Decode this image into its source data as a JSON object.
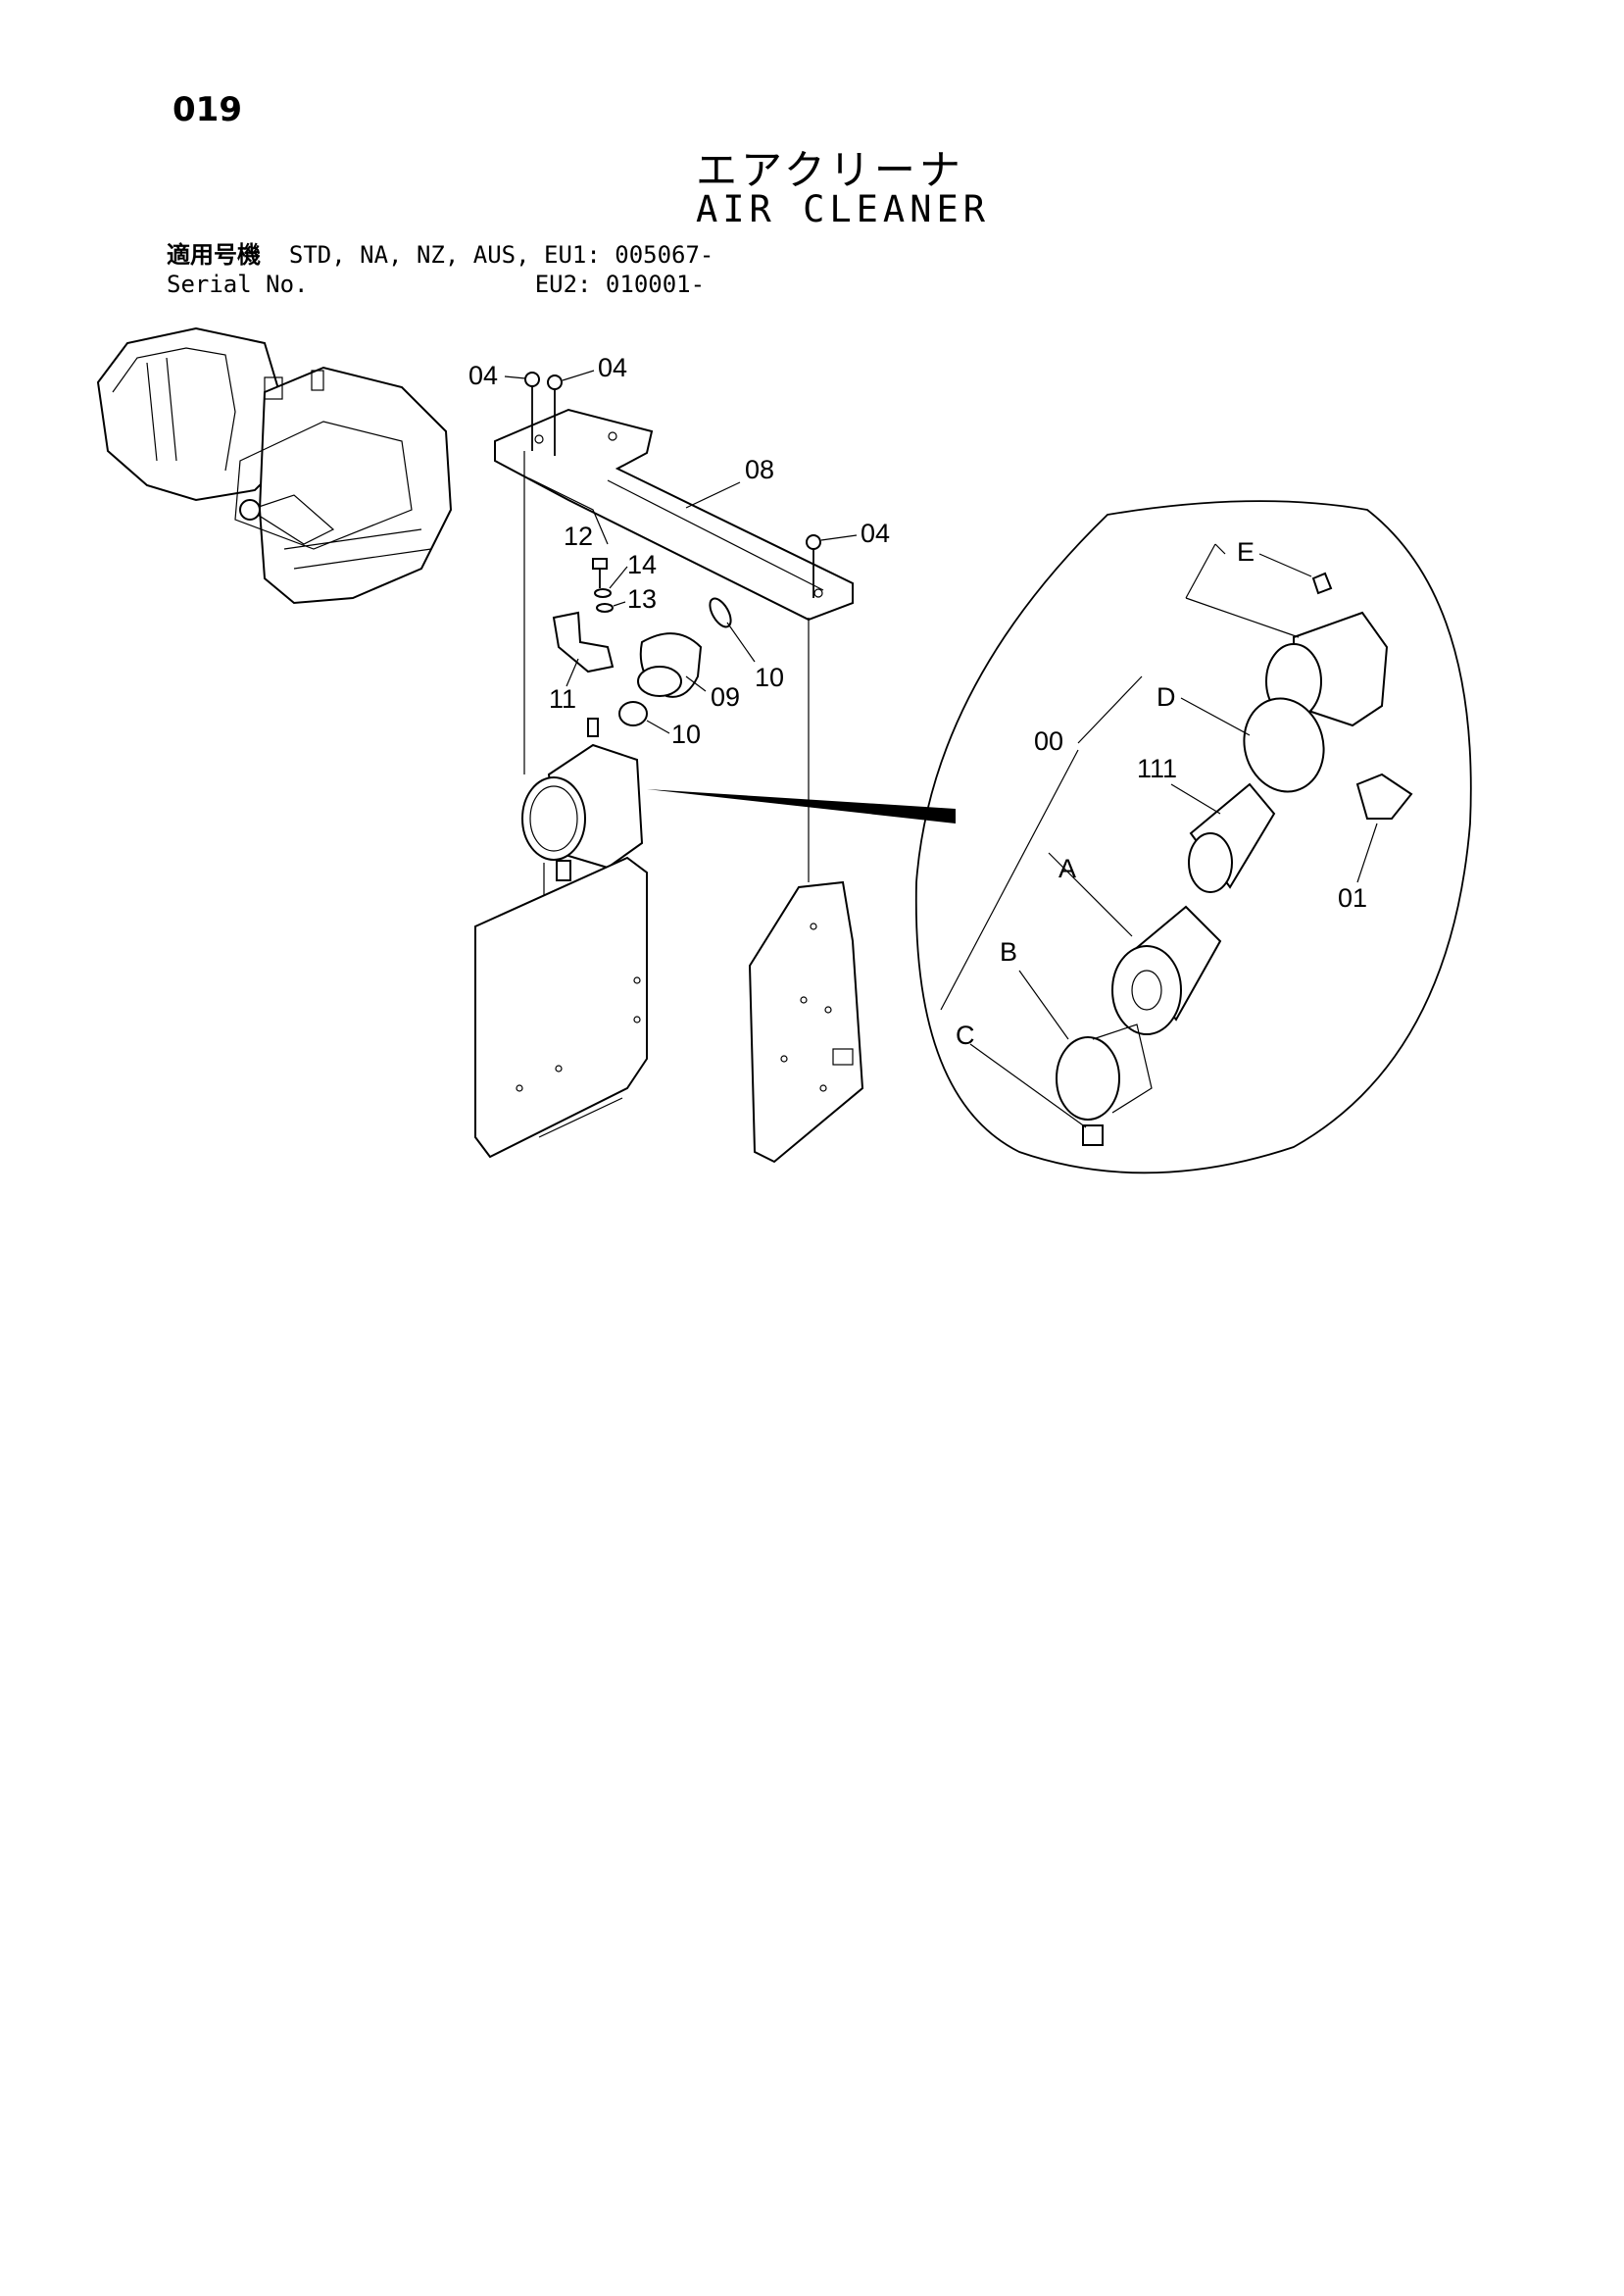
{
  "header": {
    "page_number": "019",
    "title_jp": "エアクリーナ",
    "title_en": "AIR CLEANER"
  },
  "applicability": {
    "label_jp": "適用号機",
    "label_en": "Serial No.",
    "row1": "STD, NA, NZ, AUS, EU1: 005067-",
    "row2": "EU2: 010001-"
  },
  "callouts": {
    "bolt_left": "04",
    "bolt_right": "04",
    "bolt_lower": "04",
    "bracket_top": "08",
    "bolt_12": "12",
    "washer_14": "14",
    "washer_13": "13",
    "bracket_11": "11",
    "elbow_09": "09",
    "clamp_upper": "10",
    "clamp_lower": "10",
    "assembly_00": "00",
    "valve_01": "01",
    "element_111": "111",
    "label_a": "A",
    "label_b": "B",
    "label_c": "C",
    "label_d": "D",
    "label_e": "E"
  }
}
